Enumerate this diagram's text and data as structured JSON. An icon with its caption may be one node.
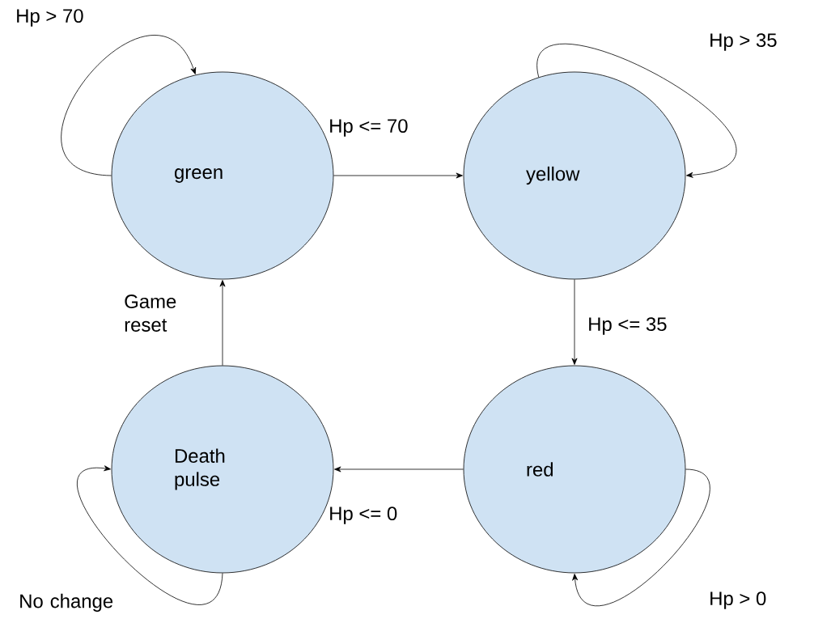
{
  "diagram": {
    "nodes": [
      {
        "text": [
          "green"
        ]
      },
      {
        "text": [
          "yellow"
        ]
      },
      {
        "text": [
          "red"
        ]
      },
      {
        "text": [
          "Death pulse"
        ]
      }
    ],
    "edges": [
      {
        "from": 0,
        "to": 0,
        "arrow": "to",
        "label": "Hp > 70"
      },
      {
        "from": 0,
        "to": 1,
        "arrow": "to",
        "label": "Hp <= 70"
      },
      {
        "from": 1,
        "to": 1,
        "arrow": "to",
        "label": "Hp > 35"
      },
      {
        "from": 1,
        "to": 2,
        "arrow": "to",
        "label": "Hp <= 35"
      },
      {
        "from": 2,
        "to": 2,
        "arrow": "to",
        "label": "Hp > 0"
      },
      {
        "from": 2,
        "to": 3,
        "arrow": "to",
        "label": "Hp <= 0"
      },
      {
        "from": 3,
        "to": 3,
        "arrow": "to",
        "label": "No change"
      },
      {
        "from": 3,
        "to": 0,
        "arrow": "to",
        "label": "Game reset"
      }
    ]
  }
}
